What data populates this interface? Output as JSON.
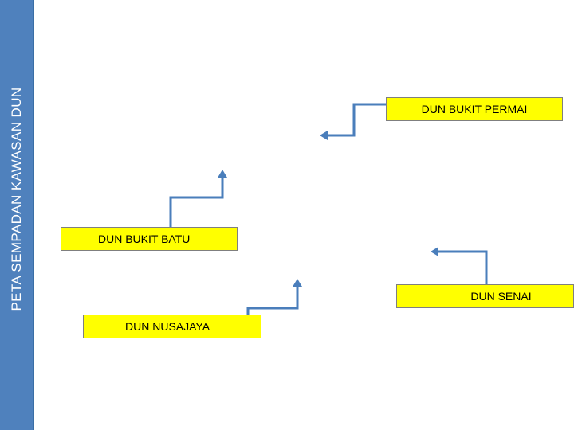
{
  "side_title": "PETA SEMPADAN KAWASAN DUN",
  "labels": {
    "bukit_permai": "DUN BUKIT PERMAI",
    "bukit_batu": "DUN BUKIT BATU",
    "senai": "DUN SENAI",
    "nusajaya": "DUN NUSAJAYA"
  },
  "colors": {
    "side_band": "#4f81bd",
    "label_fill": "#ffff00",
    "arrow": "#4a7ebb"
  }
}
